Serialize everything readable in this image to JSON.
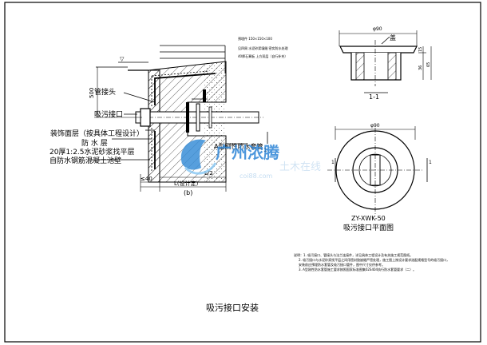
{
  "title": "吸污接口安装",
  "section_view": {
    "label": "(b)",
    "labels": {
      "pipe_head": "管接头",
      "suction_port": "吸污接口",
      "finish_layer": "装饰面层（按具体工程设计）",
      "waterproof": "防 水 层",
      "mortar": "20厚1:2.5水泥砂浆找平层",
      "concrete_wall": "自防水钢筋混凝土池壁",
      "sleeve": "A型刚性防水套管"
    },
    "small_notes": [
      "预埋件 150×150×100",
      "见四周 水泥砂浆填缝 密实防水处理",
      "40厚石膏板 上方双层（自行补充）"
    ],
    "dimensions": {
      "height_500": "500",
      "half_l": "L/2",
      "length_l": "L(设计定)",
      "min_40": "≤40",
      "marker": "1"
    }
  },
  "detail_1_1": {
    "label": "1-1",
    "cap": "盖",
    "dim_top": "φ90",
    "dim_side_1": "15",
    "dim_side_2": "36",
    "dim_side_3": "65"
  },
  "plan_view": {
    "dim_top": "φ90",
    "model": "ZY-XWK-50",
    "caption": "吸污接口平面图",
    "marker_left": "1",
    "marker_right": "1"
  },
  "notes": [
    "说明：1. 吸污接口、管接头与法兰连接件，详见具体工程设计及有关施工规范图纸。",
    "2. 吸污接口与水泥砂浆找平层之间用密封胶嵌缝严密处理，施工图上按设计要求选配规格型号的吸污接口，",
    "安装前应预埋防水套管及吸污接口管件，图中尺寸仅供参考。",
    "3. A型刚性防水套管施工要求按照国家标准图集02S404执行防水套管要求（二）。"
  ],
  "watermark": {
    "text": "广州浓腾",
    "sub": "土木在线",
    "url": "coi88.com"
  }
}
